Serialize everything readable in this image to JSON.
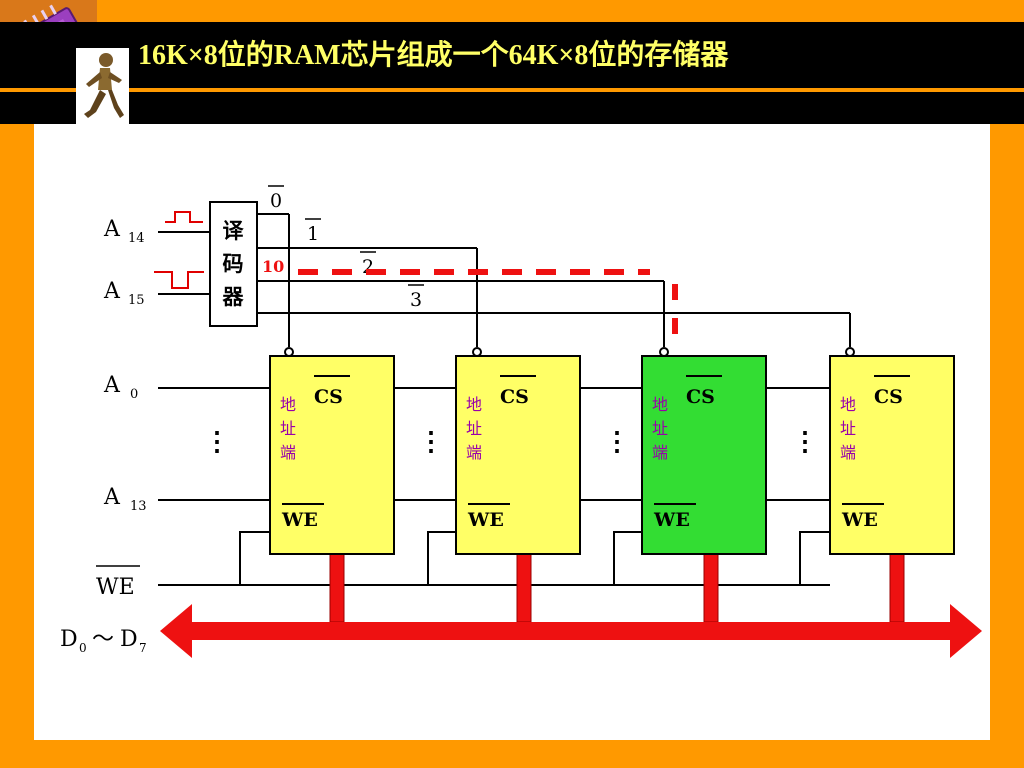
{
  "title": "16K×8位的RAM芯片组成一个64K×8位的存储器",
  "decoder": {
    "label_chars": [
      "译",
      "码",
      "器"
    ],
    "outputs": [
      "0",
      "1",
      "2",
      "3"
    ],
    "selected_code": "10"
  },
  "signals": {
    "a14_main": "A",
    "a14_sub": "14",
    "a15_main": "A",
    "a15_sub": "15",
    "a0_main": "A",
    "a0_sub": "0",
    "a13_main": "A",
    "a13_sub": "13",
    "we_bus": "WE",
    "data_bus_d": "D",
    "data_bus_sub0": "0",
    "data_bus_tilde": "～",
    "data_bus_sub7": "7",
    "ellipsis": "⋮"
  },
  "chips": [
    {
      "cs": "CS",
      "we": "WE",
      "addr": [
        "地",
        "址",
        "端"
      ],
      "selected": false,
      "fill": "#ffff66"
    },
    {
      "cs": "CS",
      "we": "WE",
      "addr": [
        "地",
        "址",
        "端"
      ],
      "selected": false,
      "fill": "#ffff66"
    },
    {
      "cs": "CS",
      "we": "WE",
      "addr": [
        "地",
        "址",
        "端"
      ],
      "selected": true,
      "fill": "#33dd33"
    },
    {
      "cs": "CS",
      "we": "WE",
      "addr": [
        "地",
        "址",
        "端"
      ],
      "selected": false,
      "fill": "#ffff66"
    }
  ],
  "colors": {
    "background": "#ff9900",
    "title_text": "#ffff66",
    "chip_normal": "#ffff66",
    "chip_selected": "#33dd33",
    "bus_red": "#ee1111",
    "addr_label": "#9900aa"
  }
}
